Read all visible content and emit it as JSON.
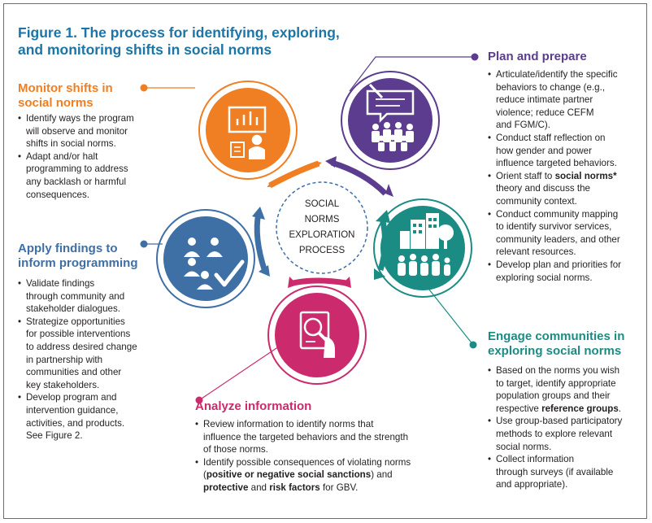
{
  "figure_title_line1": "Figure 1. The process for identifying, exploring,",
  "figure_title_line2": "and monitoring shifts in social norms",
  "center_label": [
    "SOCIAL",
    "NORMS",
    "EXPLORATION",
    "PROCESS"
  ],
  "colors": {
    "title": "#1b75a7",
    "orange": "#f07e22",
    "purple": "#5b3c8f",
    "teal": "#1a8c84",
    "magenta": "#cb2b6c",
    "blue": "#3e6fa5"
  },
  "icons": {
    "monitor": "presentation-icon",
    "plan": "speech-bubble-group-icon",
    "engage": "community-icon",
    "analyze": "magnifier-document-icon",
    "apply": "group-checkmark-icon"
  },
  "monitor": {
    "heading": [
      "Monitor shifts in",
      "social norms"
    ],
    "bullets": [
      [
        "Identify ways the program",
        "will observe and monitor",
        "shifts in social norms."
      ],
      [
        "Adapt and/or halt",
        "programming to address",
        "any backlash or harmful",
        "consequences."
      ]
    ]
  },
  "plan": {
    "heading": "Plan and prepare",
    "b1": [
      "Articulate/identify the specific",
      "behaviors to change (e.g.,",
      "reduce intimate partner",
      "violence; reduce CEFM",
      "and FGM/C)."
    ],
    "b2": [
      "Conduct staff reflection on",
      "how gender and power",
      "influence targeted behaviors."
    ],
    "b3_pre": "Orient staff to ",
    "b3_bold": "social norms*",
    "b3_rest": [
      "theory and discuss the",
      "community context."
    ],
    "b4": [
      "Conduct community mapping",
      "to identify survivor services,",
      "community leaders, and other",
      "relevant resources."
    ],
    "b5": [
      "Develop plan and priorities for",
      "exploring social norms."
    ]
  },
  "apply": {
    "heading": [
      "Apply findings to",
      "inform programming"
    ],
    "bullets": [
      [
        "Validate findings",
        "through community and",
        "stakeholder dialogues."
      ],
      [
        "Strategize opportunities",
        "for possible interventions",
        "to address desired change",
        "in partnership with",
        "communities and other",
        "key stakeholders."
      ],
      [
        "Develop program and",
        "intervention guidance,",
        "activities, and products.",
        "See Figure 2."
      ]
    ]
  },
  "engage": {
    "heading": [
      "Engage communities in",
      "exploring social norms"
    ],
    "b1_lines": [
      "Based on the norms you wish",
      "to target, identify appropriate",
      "population groups and their"
    ],
    "b1_pre": "respective ",
    "b1_bold": "reference groups",
    "b1_post": ".",
    "b2": [
      "Use group-based participatory",
      "methods to explore relevant",
      "social norms."
    ],
    "b3": [
      "Collect information",
      "through surveys (if available",
      "and appropriate)."
    ]
  },
  "analyze": {
    "heading": "Analyze information",
    "b1": [
      "Review information to identify norms that",
      "influence the targeted behaviors and the strength",
      "of those norms."
    ],
    "b2_line1": "Identify possible consequences of violating norms",
    "b2_open": "(",
    "b2_bold1": "positive or negative social sanctions",
    "b2_mid": ") and",
    "b2_bold2": "protective",
    "b2_and": " and ",
    "b2_bold3": "risk factors",
    "b2_end": " for GBV."
  }
}
